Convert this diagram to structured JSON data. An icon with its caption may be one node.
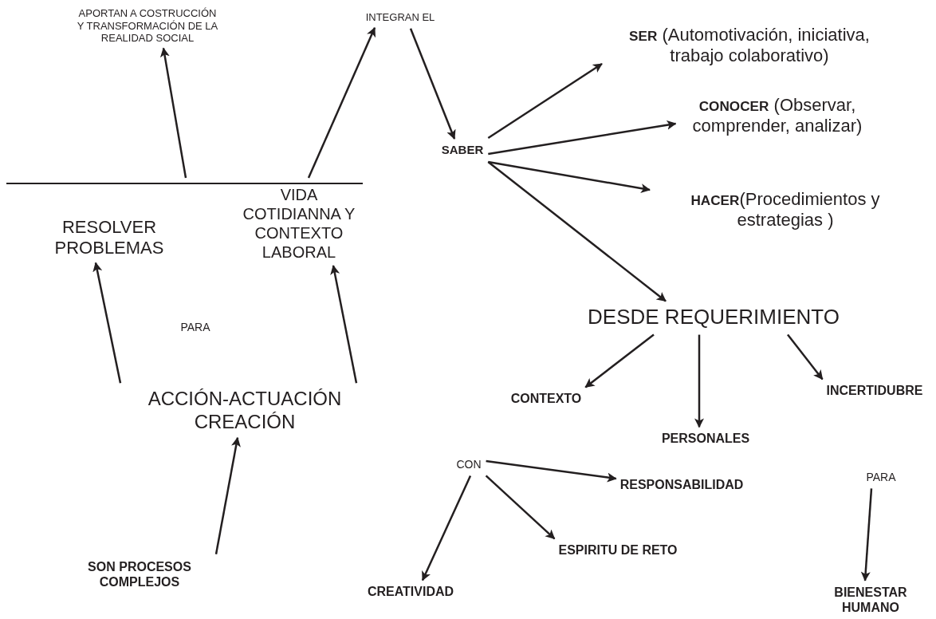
{
  "diagram": {
    "nodes": [
      {
        "text": [
          "APORTAN A COSTRUCCIÓN Y TRANSFORMACIÓN DE LA REALIDAD SOCIAL"
        ]
      },
      {
        "text": [
          "INTEGRAN EL"
        ]
      },
      {
        "text": [
          "**SER** (Automotivación, iniciativa, trabajo colaborativo)"
        ]
      },
      {
        "text": [
          "**CONOCER** (Observar, comprender, analizar)"
        ]
      },
      {
        "text": [
          "SABER"
        ]
      },
      {
        "text": [
          "**HACER**(Procedimientos y estrategias )"
        ]
      },
      {
        "text": [],
        "shape": "bar"
      },
      {
        "text": [
          "RESOLVER PROBLEMAS"
        ]
      },
      {
        "text": [
          "VIDA COTIDIANNA Y CONTEXTO LABORAL"
        ]
      },
      {
        "text": [
          "DESDE REQUERIMIENTO"
        ]
      },
      {
        "text": [
          "ACCIÓN-ACTUACIÓN CREACIÓN"
        ]
      },
      {
        "text": [
          "CONTEXTO"
        ]
      },
      {
        "text": [
          "INCERTIDUBRE"
        ]
      },
      {
        "text": [
          "PERSONALES"
        ]
      },
      {
        "text": [
          "CON"
        ]
      },
      {
        "text": [
          "PARA"
        ]
      },
      {
        "text": [
          "RESPONSABILIDAD"
        ]
      },
      {
        "text": [
          "SON PROCESOS COMPLEJOS"
        ]
      },
      {
        "text": [
          "ESPIRITU DE RETO"
        ]
      },
      {
        "text": [
          "CREATIVIDAD"
        ]
      },
      {
        "text": [
          "BIENESTAR HUMANO"
        ]
      }
    ],
    "edges": [
      {
        "from": 6,
        "to": 0,
        "arrow": "to"
      },
      {
        "from": 6,
        "to": 1,
        "arrow": "to"
      },
      {
        "from": 1,
        "to": 4,
        "arrow": "to"
      },
      {
        "from": 4,
        "to": 2,
        "arrow": "to"
      },
      {
        "from": 4,
        "to": 3,
        "arrow": "to"
      },
      {
        "from": 4,
        "to": 5,
        "arrow": "to"
      },
      {
        "from": 4,
        "to": 9,
        "arrow": "to"
      },
      {
        "from": 9,
        "to": 11,
        "arrow": "to"
      },
      {
        "from": 9,
        "to": 13,
        "arrow": "to"
      },
      {
        "from": 9,
        "to": 12,
        "arrow": "to"
      },
      {
        "from": 10,
        "to": 7,
        "arrow": "to"
      },
      {
        "from": 10,
        "to": 8,
        "arrow": "to"
      },
      {
        "from": 17,
        "to": 10,
        "arrow": "to"
      },
      {
        "from": 14,
        "to": 16,
        "arrow": "to"
      },
      {
        "from": 14,
        "to": 19,
        "arrow": "to"
      },
      {
        "from": 14,
        "to": 18,
        "arrow": "to"
      },
      {
        "from": 15,
        "to": 20,
        "arrow": "to"
      }
    ],
    "labels": [
      "PARA"
    ]
  }
}
